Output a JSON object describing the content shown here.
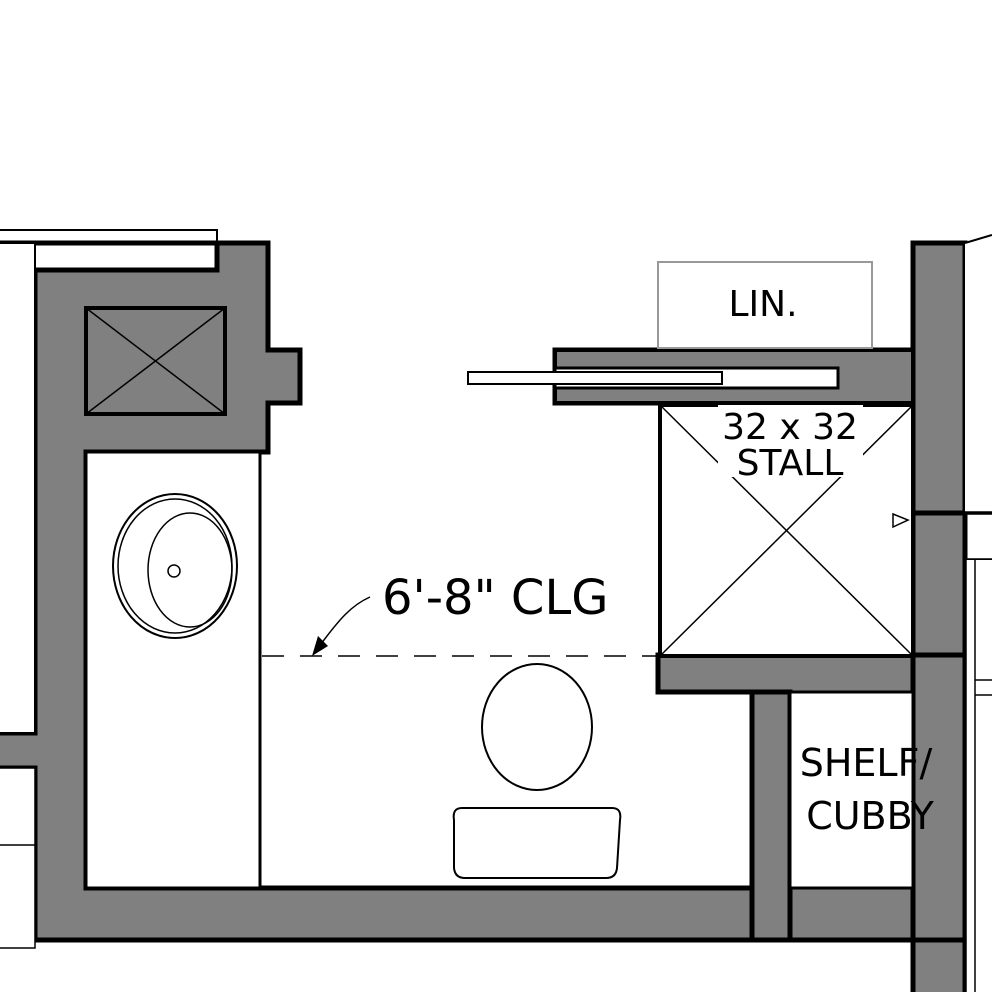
{
  "labels": {
    "linen": "LIN.",
    "stall_size": "32 x 32",
    "stall": "STALL",
    "ceiling": "6'-8\" CLG",
    "shelf_line1": "SHELF/",
    "shelf_line2": "CUBBY"
  },
  "colors": {
    "wall_fill": "#808080",
    "line": "#000000",
    "background": "#ffffff",
    "cabinet_outline": "#999999"
  }
}
